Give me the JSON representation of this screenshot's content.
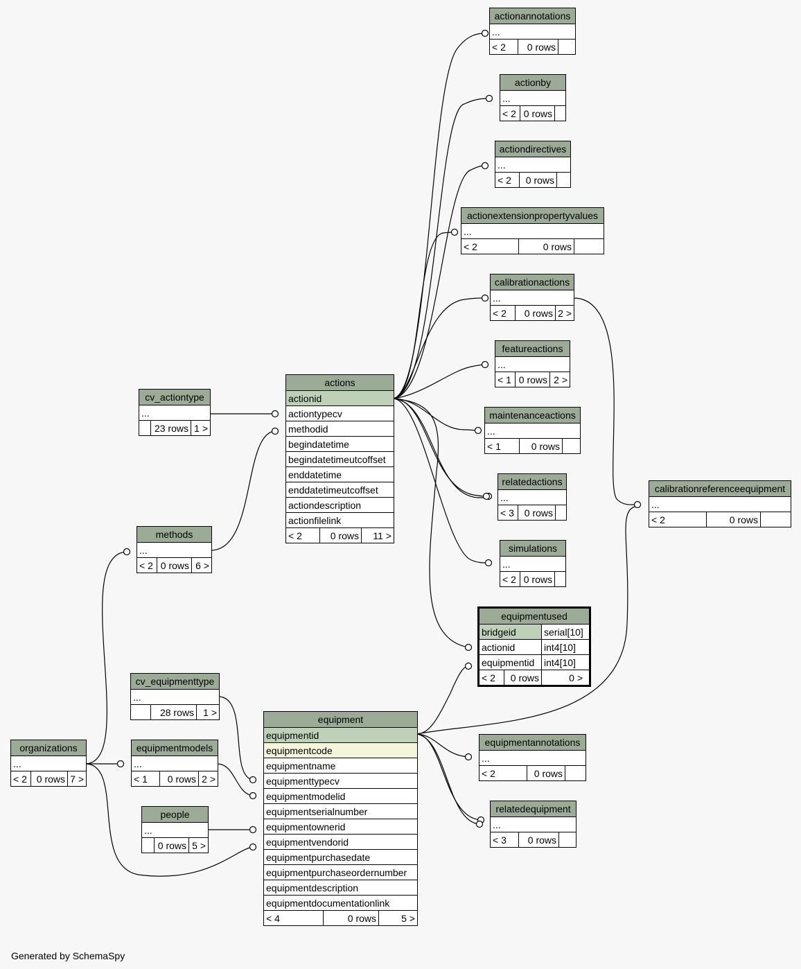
{
  "footer": "Generated by SchemaSpy",
  "tables": {
    "actionannotations": {
      "name": "actionannotations",
      "rows": [
        "..."
      ],
      "footer": [
        "< 2",
        "0 rows",
        ""
      ]
    },
    "actionby": {
      "name": "actionby",
      "rows": [
        "..."
      ],
      "footer": [
        "< 2",
        "0 rows",
        ""
      ]
    },
    "actiondirectives": {
      "name": "actiondirectives",
      "rows": [
        "..."
      ],
      "footer": [
        "< 2",
        "0 rows",
        ""
      ]
    },
    "actionextensionpropertyvalues": {
      "name": "actionextensionpropertyvalues",
      "rows": [
        "..."
      ],
      "footer": [
        "< 2",
        "0 rows",
        ""
      ]
    },
    "calibrationactions": {
      "name": "calibrationactions",
      "rows": [
        "..."
      ],
      "footer": [
        "< 2",
        "0 rows",
        "2 >"
      ]
    },
    "featureactions": {
      "name": "featureactions",
      "rows": [
        "..."
      ],
      "footer": [
        "< 1",
        "0 rows",
        "2 >"
      ]
    },
    "maintenanceactions": {
      "name": "maintenanceactions",
      "rows": [
        "..."
      ],
      "footer": [
        "< 1",
        "0 rows",
        ""
      ]
    },
    "relatedactions": {
      "name": "relatedactions",
      "rows": [
        "..."
      ],
      "footer": [
        "< 3",
        "0 rows",
        ""
      ]
    },
    "simulations": {
      "name": "simulations",
      "rows": [
        "..."
      ],
      "footer": [
        "< 2",
        "0 rows",
        ""
      ]
    },
    "calibrationreferenceequipment": {
      "name": "calibrationreferenceequipment",
      "rows": [
        "..."
      ],
      "footer": [
        "< 2",
        "0 rows",
        ""
      ]
    },
    "cv_actiontype": {
      "name": "cv_actiontype",
      "rows": [
        "..."
      ],
      "footer": [
        "",
        "23 rows",
        "1 >"
      ]
    },
    "actions": {
      "name": "actions",
      "rows": [
        "actionid",
        "actiontypecv",
        "methodid",
        "begindatetime",
        "begindatetimeutcoffset",
        "enddatetime",
        "enddatetimeutcoffset",
        "actiondescription",
        "actionfilelink"
      ],
      "footer": [
        "< 2",
        "0 rows",
        "11 >"
      ]
    },
    "methods": {
      "name": "methods",
      "rows": [
        "..."
      ],
      "footer": [
        "< 2",
        "0 rows",
        "6 >"
      ]
    },
    "equipmentused": {
      "name": "equipmentused",
      "rows": [
        "bridgeid",
        "actionid",
        "equipmentid"
      ],
      "types": [
        "serial[10]",
        "int4[10]",
        "int4[10]"
      ],
      "footer": [
        "< 2",
        "0 rows",
        "0 >"
      ]
    },
    "cv_equipmenttype": {
      "name": "cv_equipmenttype",
      "rows": [
        "..."
      ],
      "footer": [
        "",
        "28 rows",
        "1 >"
      ]
    },
    "equipment": {
      "name": "equipment",
      "rows": [
        "equipmentid",
        "equipmentcode",
        "equipmentname",
        "equipmenttypecv",
        "equipmentmodelid",
        "equipmentserialnumber",
        "equipmentownerid",
        "equipmentvendorid",
        "equipmentpurchasedate",
        "equipmentpurchaseordernumber",
        "equipmentdescription",
        "equipmentdocumentationlink"
      ],
      "footer": [
        "< 4",
        "0 rows",
        "5 >"
      ]
    },
    "equipmentannotations": {
      "name": "equipmentannotations",
      "rows": [
        "..."
      ],
      "footer": [
        "< 2",
        "0 rows",
        ""
      ]
    },
    "organizations": {
      "name": "organizations",
      "rows": [
        "..."
      ],
      "footer": [
        "< 2",
        "0 rows",
        "7 >"
      ]
    },
    "equipmentmodels": {
      "name": "equipmentmodels",
      "rows": [
        "..."
      ],
      "footer": [
        "< 1",
        "0 rows",
        "2 >"
      ]
    },
    "people": {
      "name": "people",
      "rows": [
        "..."
      ],
      "footer": [
        "",
        "0 rows",
        "5 >"
      ]
    },
    "relatedequipment": {
      "name": "relatedequipment",
      "rows": [
        "..."
      ],
      "footer": [
        "< 3",
        "0 rows",
        ""
      ]
    }
  }
}
